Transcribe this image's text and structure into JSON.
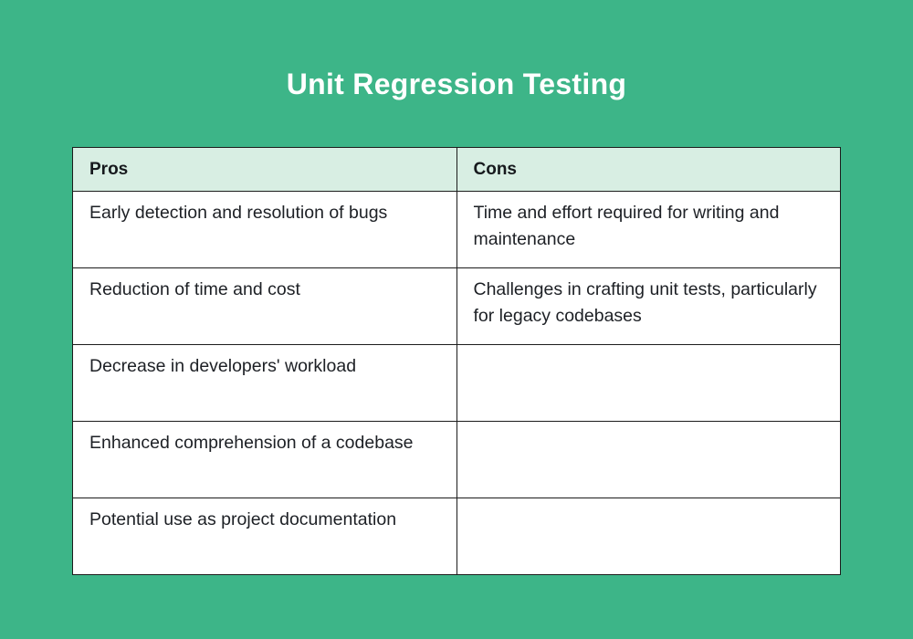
{
  "page": {
    "title": "Unit Regression Testing"
  },
  "table": {
    "columns": [
      "Pros",
      "Cons"
    ],
    "rows": [
      [
        "Early detection and resolution of bugs",
        "Time and effort required for writing and maintenance"
      ],
      [
        "Reduction of time and cost",
        "Challenges in crafting unit tests, particularly for legacy codebases"
      ],
      [
        "Decrease in developers' workload",
        ""
      ],
      [
        "Enhanced comprehension of a codebase",
        ""
      ],
      [
        "Potential use as project documentation",
        ""
      ]
    ]
  },
  "colors": {
    "background": "#3DB588",
    "header_bg": "#D8EEE3",
    "border": "#1C1C1C",
    "body_text": "#1D2025",
    "title_text": "#FFFFFF"
  }
}
